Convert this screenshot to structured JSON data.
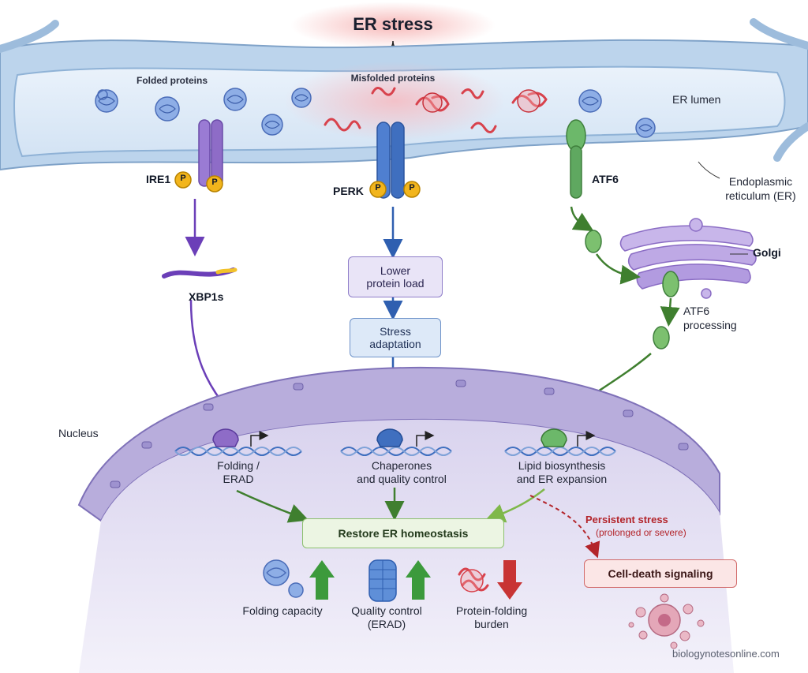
{
  "title": "ER stress",
  "labels": {
    "folded_proteins": "Folded proteins",
    "misfolded_proteins": "Misfolded proteins",
    "er_lumen": "ER lumen",
    "er_name_line1": "Endoplasmic",
    "er_name_line2": "reticulum (ER)",
    "ire1": "IRE1",
    "perk": "PERK",
    "atf6": "ATF6",
    "phospho": "P",
    "xbp1s": "XBP1s",
    "golgi": "Golgi",
    "atf6_processing_line1": "ATF6",
    "atf6_processing_line2": "processing",
    "nucleus": "Nucleus",
    "watermark": "biologynotesonline.com"
  },
  "boxes": {
    "lower_protein_load_line1": "Lower",
    "lower_protein_load_line2": "protein load",
    "stress_adaptation_line1": "Stress",
    "stress_adaptation_line2": "adaptation",
    "restore": "Restore ER homeostasis",
    "cell_death": "Cell-death signaling"
  },
  "genes": {
    "ire1_target_line1": "Folding /",
    "ire1_target_line2": "ERAD",
    "perk_target_line1": "Chaperones",
    "perk_target_line2": "and quality control",
    "atf6_target_line1": "Lipid biosynthesis",
    "atf6_target_line2": "and ER expansion"
  },
  "persistent": {
    "title": "Persistent stress",
    "note": "(prolonged or severe)"
  },
  "outcomes": {
    "folding_capacity": "Folding capacity",
    "quality_control_line1": "Quality control",
    "quality_control_line2": "(ERAD)",
    "burden_line1": "Protein-folding",
    "burden_line2": "burden"
  },
  "colors": {
    "ire1": "#8e6cc7",
    "perk": "#3f6fbf",
    "atf6": "#5fa860",
    "misfolded": "#d8424c",
    "up_arrow": "#3c9a3c",
    "down_arrow": "#c83434"
  }
}
